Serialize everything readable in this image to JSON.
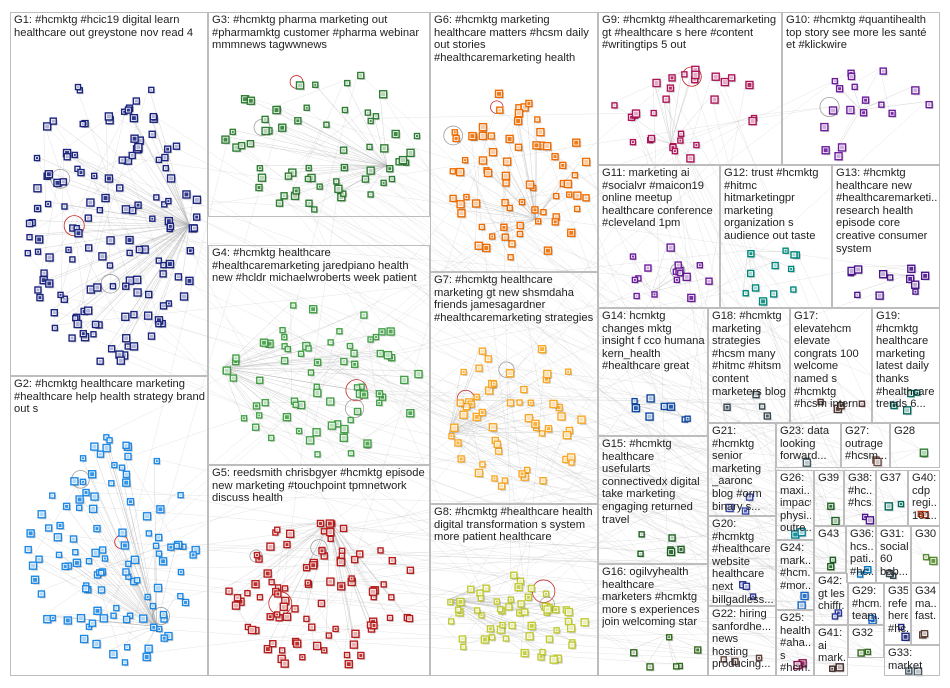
{
  "colors": {
    "background": "#ffffff",
    "group_border": "#bdbdbd",
    "edge": "#b0b0b0",
    "text": "#222222",
    "node_palette": [
      "#1a237e",
      "#1e88e5",
      "#2e7d32",
      "#558b2f",
      "#b71c1c",
      "#f9a825",
      "#ef6c00",
      "#c0ca33",
      "#ad1457",
      "#6a1b9a",
      "#4a148c",
      "#00897b"
    ]
  },
  "node_icon": "user-avatar-icon",
  "groups": [
    {
      "id": "G1",
      "label": "G1: #hcmktg #hcic19 digital learn healthcare out greystone nov read 4",
      "color": "#1a237e",
      "node_count": 140
    },
    {
      "id": "G2",
      "label": "G2: #hcmktg healthcare marketing #healthcare help health strategy brand out s",
      "color": "#1e88e5",
      "node_count": 110
    },
    {
      "id": "G3",
      "label": "G3: #hcmktg pharma marketing out #pharmamktg customer #pharma webinar mmmnews tagwwnews",
      "color": "#2e7d32",
      "node_count": 60
    },
    {
      "id": "G4",
      "label": "G4: #hcmktg healthcare #healthcaremarketing jaredpiano health new #hcldr michaelwroberts week patient",
      "color": "#43a047",
      "node_count": 70
    },
    {
      "id": "G5",
      "label": "G5: reedsmith chrisbgyer #hcmktg episode new marketing #touchpoint tpmnetwork discuss health",
      "color": "#b71c1c",
      "node_count": 90
    },
    {
      "id": "G6",
      "label": "G6: #hcmktg marketing healthcare matters #hcsm daily out stories #healthcaremarketing health",
      "color": "#ef6c00",
      "node_count": 70
    },
    {
      "id": "G7",
      "label": "G7: #hcmktg healthcare marketing gt new shsmdaha friends jamesagardner #healthcaremarketing strategies",
      "color": "#f9a825",
      "node_count": 55
    },
    {
      "id": "G8",
      "label": "G8: #hcmktg #healthcare health digital transformation s system more patient healthcare",
      "color": "#c0ca33",
      "node_count": 55
    },
    {
      "id": "G9",
      "label": "G9: #hcmktg #healthcaremarketing gt #healthcare s here #content #writingtips 5 out",
      "color": "#ad1457",
      "node_count": 30
    },
    {
      "id": "G10",
      "label": "G10: #hcmktg #quantihealth top story see more les santé et #klickwire",
      "color": "#6a1b9a",
      "node_count": 18
    },
    {
      "id": "G11",
      "label": "G11: marketing ai #socialvr #maicon19 online meetup healthcare conference #cleveland 1pm",
      "color": "#6a1b9a",
      "node_count": 16
    },
    {
      "id": "G12",
      "label": "G12: trust #hcmktg #hitmc hitmarketingpr marketing organization s audience out taste",
      "color": "#00897b",
      "node_count": 12
    },
    {
      "id": "G13",
      "label": "G13: #hcmktg healthcare new #healthcaremarketi... research health episode core creative consumer system",
      "color": "#4a148c",
      "node_count": 12
    },
    {
      "id": "G14",
      "label": "G14: hcmktg changes mktg insight f cco humana kern_health #healthcare great",
      "color": "#0d47a1",
      "node_count": 8
    },
    {
      "id": "G15",
      "label": "G15: #hcmktg healthcare usefularts connectivedx digital take marketing engaging returned travel",
      "color": "#1b5e20",
      "node_count": 6
    },
    {
      "id": "G16",
      "label": "G16: ogilvyhealth healthcare marketers #hcmktg more s experiences join welcoming star",
      "color": "#33691e",
      "node_count": 6
    },
    {
      "id": "G17",
      "label": "G17: elevatehcm elevate congrats 100 welcome named s #hcmktg #hcsm intern",
      "color": "#4e342e",
      "node_count": 4
    },
    {
      "id": "G18",
      "label": "G18: #hcmktg marketing strategies #hcsm many #hitmc #hitsm content marketers blog",
      "color": "#37474f",
      "node_count": 4
    },
    {
      "id": "G19",
      "label": "G19: #hcmktg healthcare marketing latest daily thanks #healthcare trends 6...",
      "color": "#00695c",
      "node_count": 4
    },
    {
      "id": "G20",
      "label": "G20: #hcmktg #healthcare website healthcare next billgadless...",
      "color": "#283593",
      "node_count": 3
    },
    {
      "id": "G21",
      "label": "G21: #hcmktg senior marketing _aaronc blog #orm binary s...",
      "color": "#3949ab",
      "node_count": 3
    },
    {
      "id": "G22",
      "label": "G22: hiring sanfordhe... news hosting producing...",
      "color": "#5d4037",
      "node_count": 3
    },
    {
      "id": "G23",
      "label": "G23: data looking forward...",
      "color": "#455a64",
      "node_count": 2
    },
    {
      "id": "G24",
      "label": "G24: mark... #hcm... #mor...",
      "color": "#1565c0",
      "node_count": 2
    },
    {
      "id": "G25",
      "label": "G25: health #aha... s #hcm...",
      "color": "#880e4f",
      "node_count": 2
    },
    {
      "id": "G26",
      "label": "G26: maxi... impact physi... outre...",
      "color": "#00838f",
      "node_count": 2
    },
    {
      "id": "G27",
      "label": "G27: outrage #hcsm...",
      "color": "#6d4c41",
      "node_count": 2
    },
    {
      "id": "G28",
      "label": "G28",
      "color": "#2e7d32",
      "node_count": 2
    },
    {
      "id": "G29",
      "label": "G29: #hcm... team...",
      "color": "#1565c0",
      "node_count": 2
    },
    {
      "id": "G30",
      "label": "G30",
      "color": "#558b2f",
      "node_count": 2
    },
    {
      "id": "G31",
      "label": "G31: social 60 bab...",
      "color": "#37474f",
      "node_count": 2
    },
    {
      "id": "G32",
      "label": "G32",
      "color": "#33691e",
      "node_count": 2
    },
    {
      "id": "G33",
      "label": "G33: market",
      "color": "#455a64",
      "node_count": 2
    },
    {
      "id": "G34",
      "label": "G34: ma... fast...",
      "color": "#5d4037",
      "node_count": 2
    },
    {
      "id": "G35",
      "label": "G35: refe... here #hc...",
      "color": "#1a237e",
      "node_count": 2
    },
    {
      "id": "G36",
      "label": "G36: hcs... pati... #hc...",
      "color": "#0277bd",
      "node_count": 2
    },
    {
      "id": "G37",
      "label": "G37",
      "color": "#00695c",
      "node_count": 2
    },
    {
      "id": "G38",
      "label": "G38: #hc... #hcs...",
      "color": "#4a148c",
      "node_count": 2
    },
    {
      "id": "G39",
      "label": "G39",
      "color": "#1b5e20",
      "node_count": 2
    },
    {
      "id": "G40",
      "label": "G40: cdp regi... 101...",
      "color": "#bf360c",
      "node_count": 2
    },
    {
      "id": "G41",
      "label": "G41: ai mark...",
      "color": "#3e2723",
      "node_count": 2
    },
    {
      "id": "G42",
      "label": "G42: gt les chiffr...",
      "color": "#283593",
      "node_count": 2
    },
    {
      "id": "G43",
      "label": "G43",
      "color": "#1b5e20",
      "node_count": 2
    }
  ]
}
